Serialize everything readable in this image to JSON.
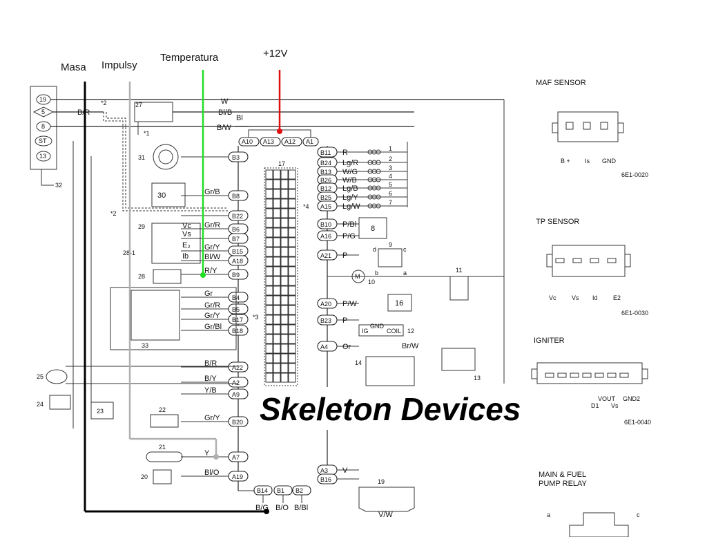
{
  "overlay_labels": {
    "masa": "Masa",
    "impulsy": "Impulsy",
    "temperatura": "Temperatura",
    "plus12v": "+12V"
  },
  "overlay_colors": {
    "masa": "#000000",
    "impulsy": "#b0b0b0",
    "temperatura": "#22dd22",
    "plus12v": "#e01010"
  },
  "watermark": "Skeleton Devices",
  "left_connector": {
    "pins": [
      "19",
      "5",
      "8",
      "ST",
      "13"
    ],
    "ref": "32"
  },
  "top_wires": {
    "w": "W",
    "bl_b": "Bl/B",
    "b_w": "B/W",
    "bl": "Bl",
    "b_r": "B/R",
    "mark2": "*2",
    "mark1": "*1"
  },
  "top_pins": [
    "A10",
    "A13",
    "A12",
    "A1"
  ],
  "left_pins": [
    {
      "pin": "B3",
      "wire": ""
    },
    {
      "pin": "B8",
      "wire": "Gr/B"
    },
    {
      "pin": "B22",
      "wire": ""
    },
    {
      "pin": "B6",
      "wire": "Gr/R"
    },
    {
      "pin": "B7",
      "wire": ""
    },
    {
      "pin": "B15",
      "wire": "Gr/Y"
    },
    {
      "pin": "A18",
      "wire": "Bl/W"
    },
    {
      "pin": "B9",
      "wire": "R/Y"
    },
    {
      "pin": "B4",
      "wire": "Gr"
    },
    {
      "pin": "B5",
      "wire": "Gr/R"
    },
    {
      "pin": "B17",
      "wire": "Gr/Y"
    },
    {
      "pin": "B18",
      "wire": "Gr/Bl"
    },
    {
      "pin": "A22",
      "wire": "B/R"
    },
    {
      "pin": "A2",
      "wire": "B/Y"
    },
    {
      "pin": "A9",
      "wire": "Y/B"
    },
    {
      "pin": "B20",
      "wire": "Gr/Y"
    },
    {
      "pin": "A7",
      "wire": "Y"
    },
    {
      "pin": "A19",
      "wire": "Bl/O"
    }
  ],
  "bottom_pins": [
    {
      "pin": "B14",
      "wire": "B/G"
    },
    {
      "pin": "B1",
      "wire": "B/O"
    },
    {
      "pin": "B2",
      "wire": "B/Bl"
    }
  ],
  "right_pins": [
    {
      "pin": "B11",
      "wire": "R",
      "num": "1"
    },
    {
      "pin": "B24",
      "wire": "Lg/R",
      "num": "2"
    },
    {
      "pin": "B13",
      "wire": "W/G",
      "num": "3"
    },
    {
      "pin": "B26",
      "wire": "W/B",
      "num": "4"
    },
    {
      "pin": "B12",
      "wire": "Lg/B",
      "num": "5"
    },
    {
      "pin": "B25",
      "wire": "Lg/Y",
      "num": "6"
    },
    {
      "pin": "A15",
      "wire": "Lg/W",
      "num": "7"
    },
    {
      "pin": "B10",
      "wire": "P/Bl",
      "num": ""
    },
    {
      "pin": "A16",
      "wire": "P/G",
      "num": ""
    },
    {
      "pin": "A21",
      "wire": "P",
      "num": ""
    },
    {
      "pin": "A20",
      "wire": "P/W",
      "num": ""
    },
    {
      "pin": "B23",
      "wire": "P",
      "num": ""
    },
    {
      "pin": "A4",
      "wire": "Or",
      "num": ""
    },
    {
      "pin": "A3",
      "wire": "V",
      "num": ""
    },
    {
      "pin": "B16",
      "wire": "",
      "num": ""
    }
  ],
  "ecu": {
    "ref": "17",
    "star4": "*4",
    "star3": "*3"
  },
  "components": {
    "c27": "27",
    "c31": "31",
    "c30": "30",
    "c29": "29",
    "c28_1": "28-1",
    "c28": "28",
    "c33": "33",
    "c25": "25",
    "c24": "24",
    "c23": "23",
    "c22": "22",
    "c21": "21",
    "c20": "20",
    "c8": "8",
    "c9": "9",
    "c10": "10",
    "c16": "16",
    "c11": "11",
    "c12": "12",
    "c14": "14",
    "c13": "13",
    "c19": "19",
    "vc": "Vc",
    "vs": "Vs",
    "e2": "E₂",
    "ib": "Ib",
    "ig": "IG",
    "gnd": "GND",
    "coil": "COIL",
    "br_w": "Br/W",
    "v_w": "V/W",
    "d": "d",
    "c": "c",
    "a": "a",
    "b": "b"
  },
  "legend": {
    "maf": {
      "title": "MAF SENSOR",
      "pins": [
        "B +",
        "Is",
        "GND"
      ],
      "code": "6E1-0020"
    },
    "tp": {
      "title": "TP SENSOR",
      "pins": [
        "Vc",
        "Vs",
        "Id",
        "E2"
      ],
      "code": "6E1-0030"
    },
    "igniter": {
      "title": "IGNITER",
      "pins": [
        "VOUT",
        "GND2",
        "D1",
        "Vs"
      ],
      "code": "6E1-0040"
    },
    "relay": {
      "title_line1": "MAIN & FUEL",
      "title_line2": "PUMP RELAY",
      "pins": [
        "a",
        "c"
      ]
    }
  }
}
